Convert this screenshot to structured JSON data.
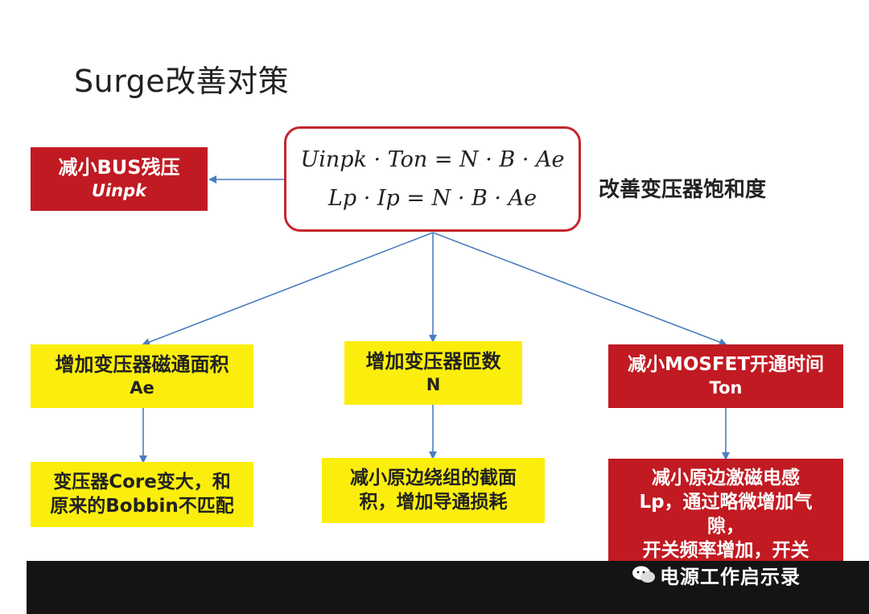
{
  "title": "Surge改善对策",
  "formulas": {
    "line1": "Uinpk · Ton = N · B · Ae",
    "line2": "Lp · Ip = N · B · Ae"
  },
  "side_label": "改善变压器饱和度",
  "reduce_bus": {
    "line1": "减小BUS残压",
    "line2": "Uinpk"
  },
  "branch_ae": {
    "line1": "增加变压器磁通面积",
    "line2": "Ae"
  },
  "branch_n": {
    "line1": "增加变压器匝数",
    "line2": "N"
  },
  "branch_ton": {
    "line1": "减小MOSFET开通时间",
    "line2": "Ton"
  },
  "result_ae": {
    "line1": "变压器Core变大，和",
    "line2": "原来的Bobbin不匹配"
  },
  "result_n": {
    "line1": "减小原边绕组的截面",
    "line2": "积，增加导通损耗"
  },
  "result_ton": {
    "line1": "减小原边激磁电感",
    "line2": "Lp，通过略微增加气",
    "line3": "隙，",
    "line4": "开关频率增加，开关"
  },
  "watermark": "电源工作启示录",
  "colors": {
    "yellow": "#fbee0c",
    "red": "#c11a22",
    "arrow": "#4a7ec0",
    "border": "#c4262d"
  }
}
